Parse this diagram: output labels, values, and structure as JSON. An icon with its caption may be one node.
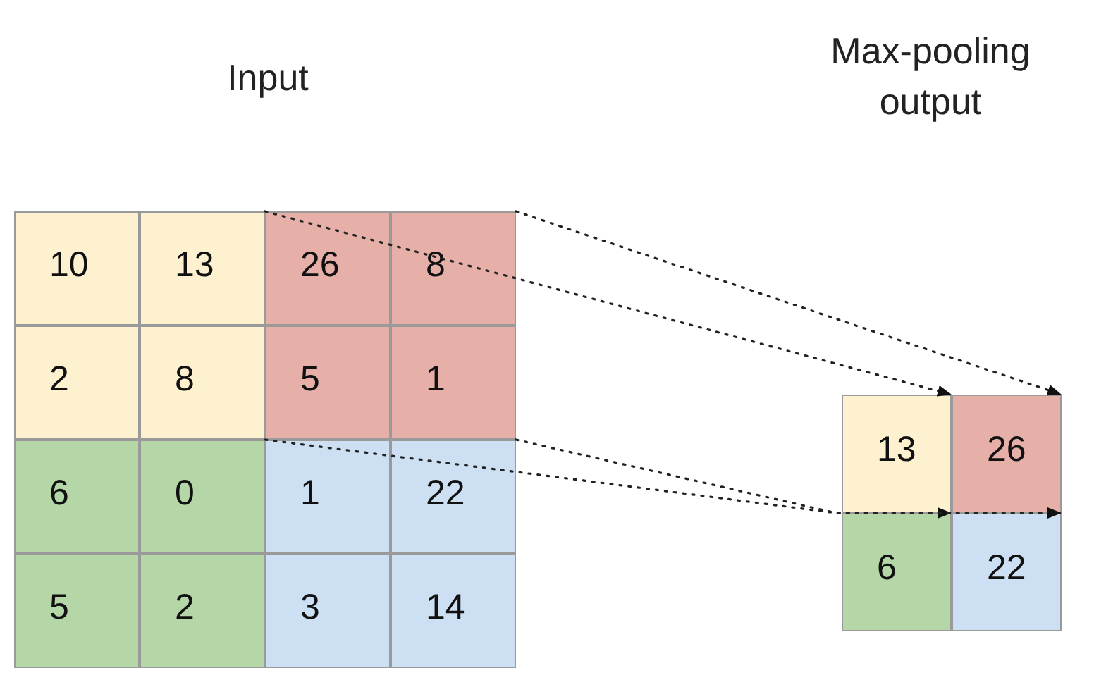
{
  "diagram": {
    "nodes": [
      {
        "text": [
          "10",
          "13",
          "2",
          "8"
        ]
      },
      {
        "text": [
          "26",
          "8",
          "5",
          "1"
        ]
      },
      {
        "text": [
          "6",
          "0",
          "5",
          "2"
        ]
      },
      {
        "text": [
          "1",
          "22",
          "3",
          "14"
        ]
      },
      {
        "text": [
          "13"
        ]
      },
      {
        "text": [
          "26"
        ]
      },
      {
        "text": [
          "6"
        ]
      },
      {
        "text": [
          "22"
        ]
      }
    ],
    "edges": [
      {
        "from": 1,
        "to": 5,
        "arrow": "to",
        "style": "dashed"
      },
      {
        "from": 1,
        "to": 5,
        "arrow": "to",
        "style": "dashed"
      },
      {
        "from": 3,
        "to": 7,
        "arrow": "to",
        "style": "dashed"
      },
      {
        "from": 3,
        "to": 7,
        "arrow": "to",
        "style": "dashed"
      }
    ],
    "labels": [
      "Input",
      "Max-pooling output"
    ]
  }
}
